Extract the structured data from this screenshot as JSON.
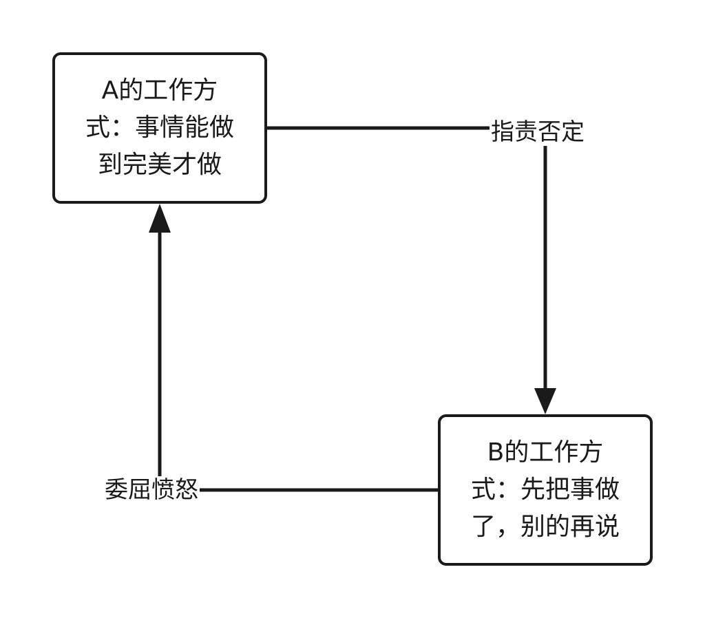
{
  "diagram": {
    "node_a": {
      "text": "A的工作方式：事情能做到完美才做"
    },
    "node_b": {
      "text": "B的工作方式：先把事做了，别的再说"
    },
    "edge_a_to_b": {
      "label": "指责否定"
    },
    "edge_b_to_a": {
      "label": "委屈愤怒"
    },
    "colors": {
      "stroke": "#1a1a1a",
      "background": "#ffffff"
    }
  }
}
